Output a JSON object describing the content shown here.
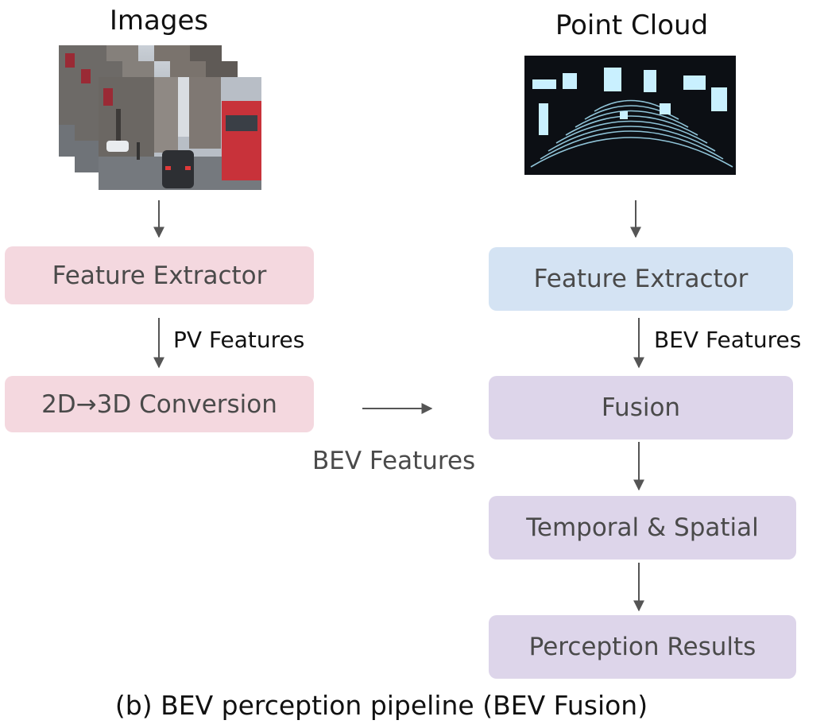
{
  "headings": {
    "images": "Images",
    "point_cloud": "Point Cloud"
  },
  "nodes": {
    "feature_extractor_left": "Feature Extractor",
    "conversion": "2D→3D Conversion",
    "feature_extractor_right": "Feature Extractor",
    "fusion": "Fusion",
    "temporal_spatial": "Temporal & Spatial",
    "perception_results": "Perception Results"
  },
  "edge_labels": {
    "pv_features": "PV Features",
    "bev_features_right": "BEV Features",
    "bev_features_left": "BEV Features"
  },
  "caption": "(b) BEV perception pipeline (BEV Fusion)",
  "colors": {
    "camera_branch": "#f4d8df",
    "lidar_branch": "#d4e3f3",
    "fusion_branch": "#ddd5ea",
    "arrow": "#555555"
  }
}
